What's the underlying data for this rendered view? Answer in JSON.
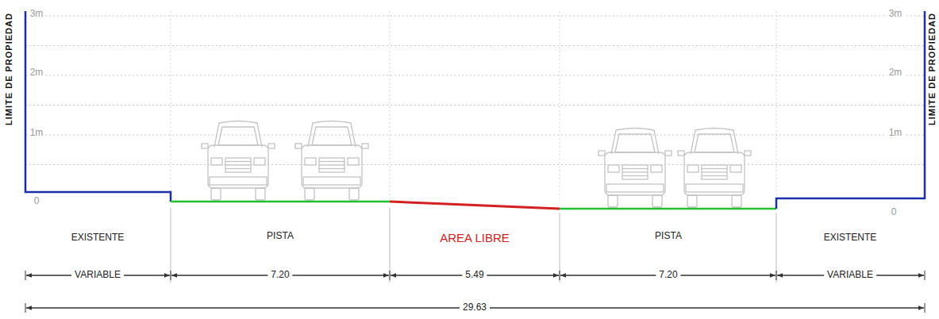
{
  "diagram": {
    "labels": [
      "LIMITE DE PROPIEDAD",
      "3m",
      "2m",
      "1m",
      "0",
      "LIMITE DE PROPIEDAD",
      "3m",
      "2m",
      "1m",
      "0",
      "EXISTENTE",
      "PISTA",
      "AREA LIBRE",
      "PISTA",
      "EXISTENTE",
      "VARIABLE",
      "7.20",
      "5.49",
      "7.20",
      "VARIABLE",
      "29.63"
    ]
  }
}
